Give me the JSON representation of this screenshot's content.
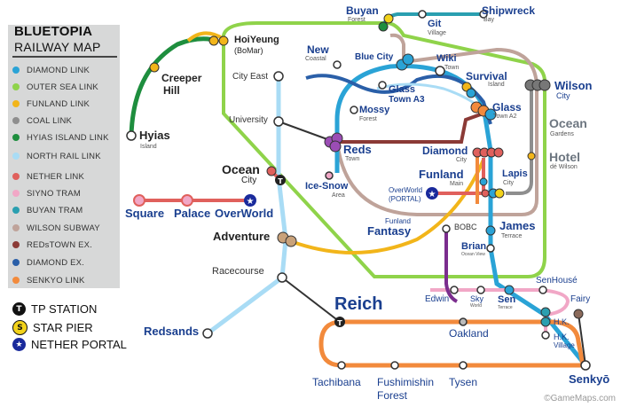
{
  "legend": {
    "title": "BLUETOPIA",
    "subtitle": "RAILWAY MAP",
    "lines": [
      {
        "label": "DIAMOND LINK",
        "color": "#2aa3d6"
      },
      {
        "label": "OUTER SEA LINK",
        "color": "#8fd34a"
      },
      {
        "label": "FUNLAND LINK",
        "color": "#f2b51a"
      },
      {
        "label": "COAL LINK",
        "color": "#8e8e8e"
      },
      {
        "label": "HYIAS ISLAND LINK",
        "color": "#1e8e3e"
      },
      {
        "label": "NORTH RAIL LINK",
        "color": "#a9dcf5"
      },
      {
        "label": "NETHER LINK",
        "color": "#e0605c"
      },
      {
        "label": "SIYNO TRAM",
        "color": "#f1a7c6"
      },
      {
        "label": "BUYAN TRAM",
        "color": "#2a9fb0"
      },
      {
        "label": "WILSON SUBWAY",
        "color": "#bfa39a"
      },
      {
        "label": "REDsTOWN EX.",
        "color": "#8b3a36"
      },
      {
        "label": "DIAMOND EX.",
        "color": "#2a5fa8"
      },
      {
        "label": "SENKYO LINK",
        "color": "#f28a3c"
      }
    ],
    "symbols": [
      {
        "glyph": "T",
        "label": "TP STATION"
      },
      {
        "glyph": "S",
        "label": "STAR PIER"
      },
      {
        "glyph": "★",
        "label": "NETHER PORTAL"
      }
    ]
  },
  "stations": [
    {
      "name": "Buyan",
      "sub": "Forest"
    },
    {
      "name": "Git",
      "sub": "Village"
    },
    {
      "name": "Shipwreck",
      "sub": "Bay"
    },
    {
      "name": "HoiYeung",
      "sub": "(BoMar)"
    },
    {
      "name": "New",
      "sub": "Coastal"
    },
    {
      "name": "Blue City",
      "sub": ""
    },
    {
      "name": "Wiki",
      "sub": "Town"
    },
    {
      "name": "Creeper",
      "sub": ""
    },
    {
      "name": "Hill",
      "sub": ""
    },
    {
      "name": "City East",
      "sub": ""
    },
    {
      "name": "Glass",
      "sub": ""
    },
    {
      "name": "Town A3",
      "sub": ""
    },
    {
      "name": "Survival",
      "sub": "Island"
    },
    {
      "name": "Wilson",
      "sub": "City"
    },
    {
      "name": "Mossy",
      "sub": "Forest"
    },
    {
      "name": "Glass",
      "sub": "Town A2"
    },
    {
      "name": "University",
      "sub": ""
    },
    {
      "name": "Ocean",
      "sub": "Gardens"
    },
    {
      "name": "Hyias",
      "sub": "Island"
    },
    {
      "name": "Reds",
      "sub": "Town"
    },
    {
      "name": "Diamond",
      "sub": "City"
    },
    {
      "name": "Hotel",
      "sub": "dé Wilson"
    },
    {
      "name": "Ocean",
      "sub": "City"
    },
    {
      "name": "Funland",
      "sub": "Main"
    },
    {
      "name": "Lapis",
      "sub": "City"
    },
    {
      "name": "Ice-Snow",
      "sub": "Area"
    },
    {
      "name": "OverWorld",
      "sub": "(PORTAL)"
    },
    {
      "name": "Square",
      "sub": ""
    },
    {
      "name": "Palace",
      "sub": ""
    },
    {
      "name": "OverWorld",
      "sub": ""
    },
    {
      "name": "Funland",
      "sub": ""
    },
    {
      "name": "Fantasy",
      "sub": ""
    },
    {
      "name": "BOBC",
      "sub": ""
    },
    {
      "name": "James",
      "sub": "Terrace"
    },
    {
      "name": "Adventure",
      "sub": ""
    },
    {
      "name": "Brian",
      "sub": "Ocean View"
    },
    {
      "name": "Racecourse",
      "sub": ""
    },
    {
      "name": "SenHousé",
      "sub": ""
    },
    {
      "name": "Edwin",
      "sub": ""
    },
    {
      "name": "Sky",
      "sub": "World"
    },
    {
      "name": "Sen",
      "sub": "Terrace"
    },
    {
      "name": "Fairy",
      "sub": ""
    },
    {
      "name": "Reich",
      "sub": ""
    },
    {
      "name": "H.K.",
      "sub": ""
    },
    {
      "name": "Redsands",
      "sub": ""
    },
    {
      "name": "Oakland",
      "sub": ""
    },
    {
      "name": "H.K.",
      "sub": "Village"
    },
    {
      "name": "Tachibana",
      "sub": ""
    },
    {
      "name": "Fushimishin",
      "sub": "Forest"
    },
    {
      "name": "Tysen",
      "sub": ""
    },
    {
      "name": "Senkyō",
      "sub": ""
    }
  ],
  "watermark": "©GameMaps.com"
}
